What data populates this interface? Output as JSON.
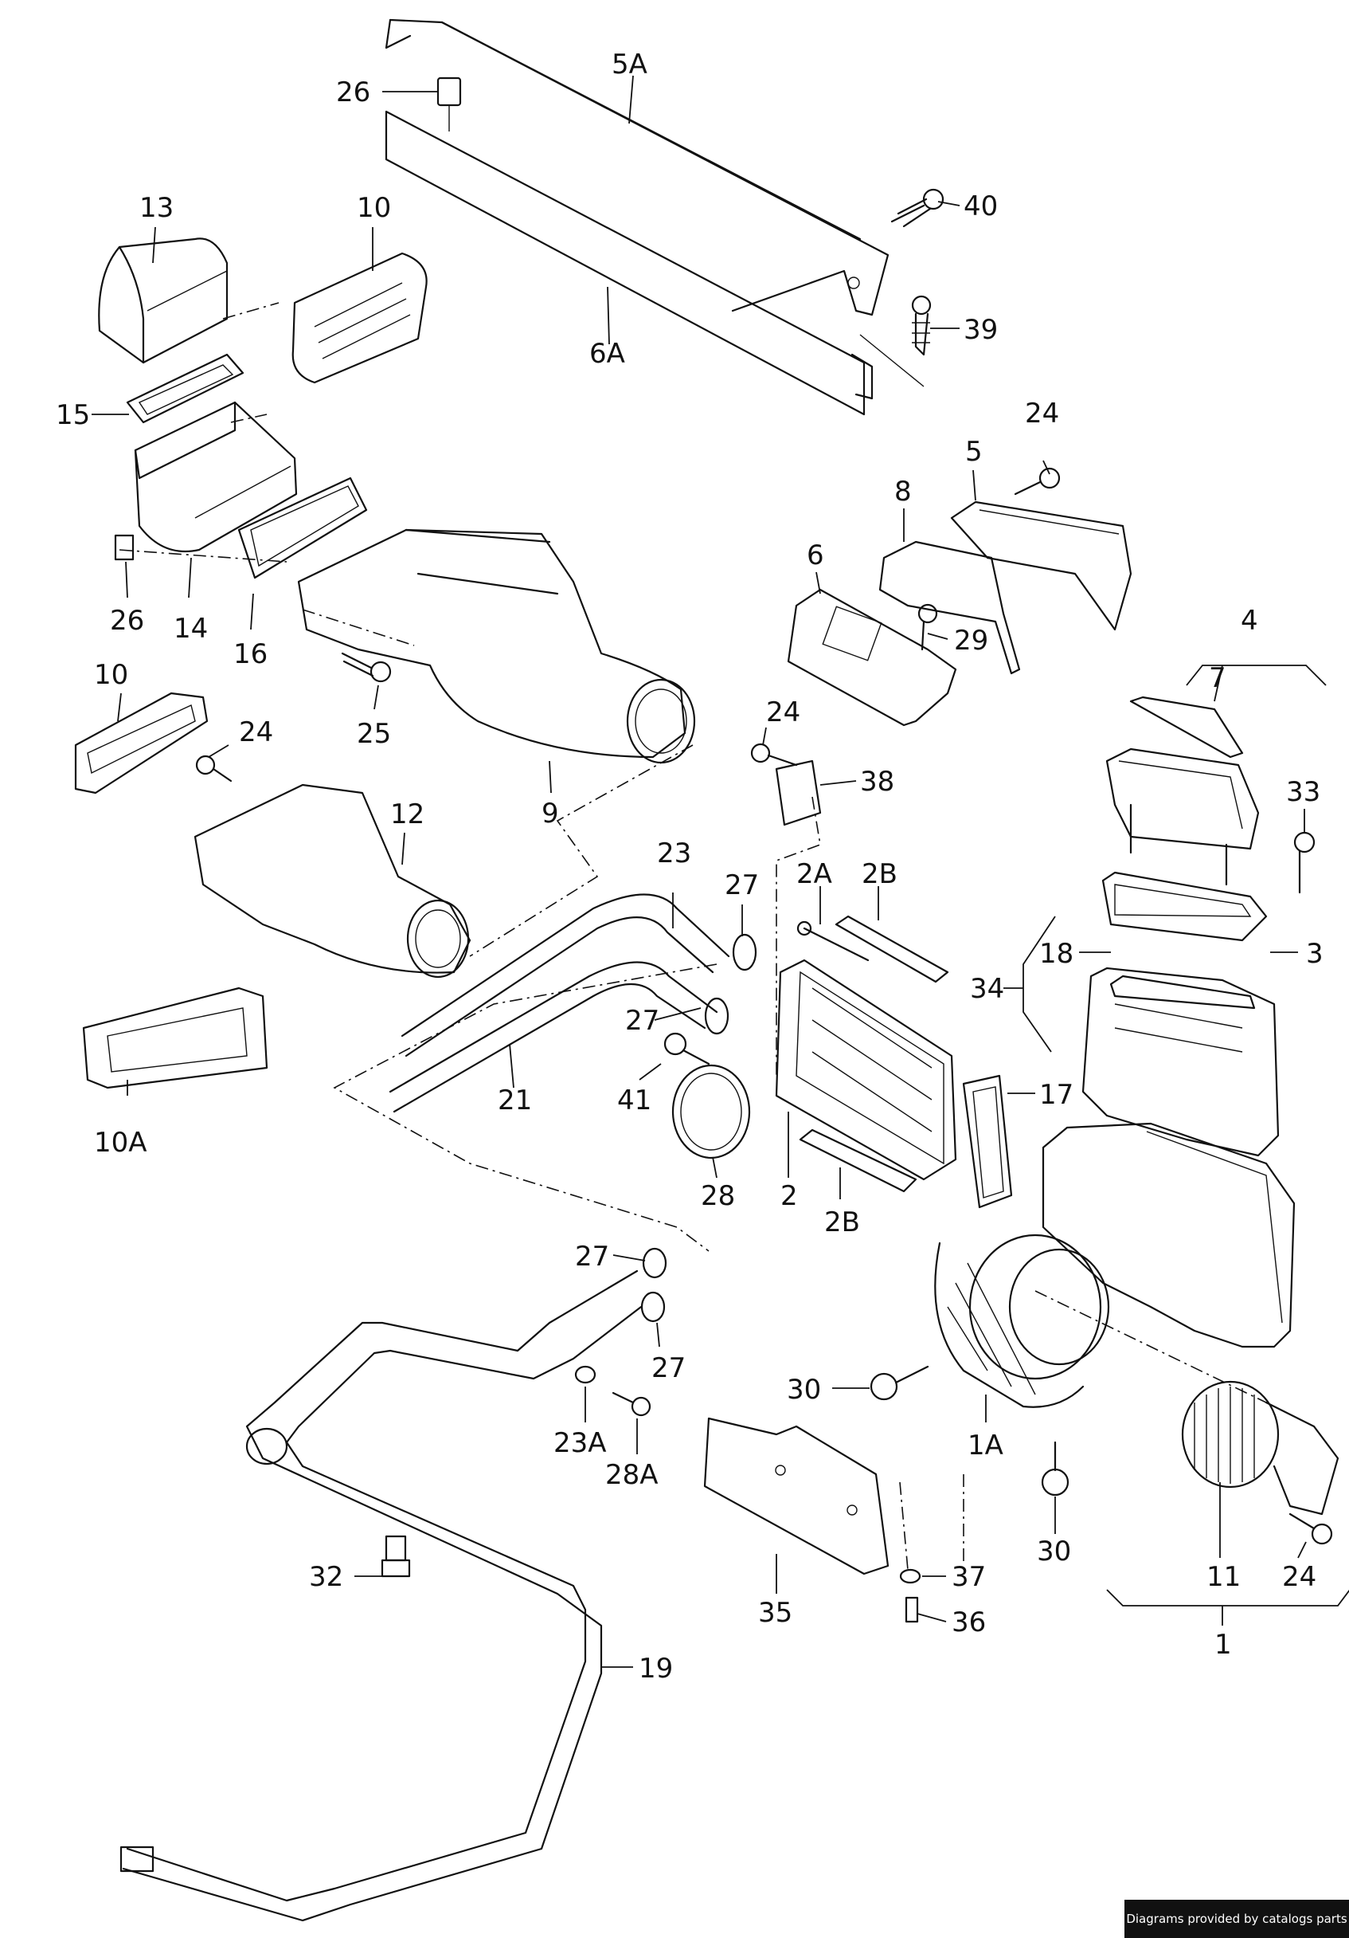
{
  "callouts": {
    "c5A": "5A",
    "c26a": "26",
    "c40": "40",
    "c39": "39",
    "c6A": "6A",
    "c13": "13",
    "c10a": "10",
    "c15": "15",
    "c26b": "26",
    "c14": "14",
    "c16": "16",
    "c25": "25",
    "c10b": "10",
    "c24a": "24",
    "c12": "12",
    "c9": "9",
    "c10A": "10A",
    "c24b": "24",
    "c5": "5",
    "c8": "8",
    "c6": "6",
    "c29": "29",
    "c4": "4",
    "c7": "7",
    "c33": "33",
    "c24c": "24",
    "c38": "38",
    "c23": "23",
    "c27a": "27",
    "c2A": "2A",
    "c2B": "2B",
    "c18": "18",
    "c3": "3",
    "c34": "34",
    "c27b": "27",
    "c41": "41",
    "c21": "21",
    "c17": "17",
    "c28": "28",
    "c2": "2",
    "c2Bb": "2B",
    "c27c": "27",
    "c27d": "27",
    "c23A": "23A",
    "c28A": "28A",
    "c30a": "30",
    "c1A": "1A",
    "c30b": "30",
    "c11": "11",
    "c24d": "24",
    "c1": "1",
    "c35": "35",
    "c37": "37",
    "c36": "36",
    "c32": "32",
    "c19": "19"
  },
  "footer": {
    "credit": "Diagrams provided by catalogs parts"
  }
}
